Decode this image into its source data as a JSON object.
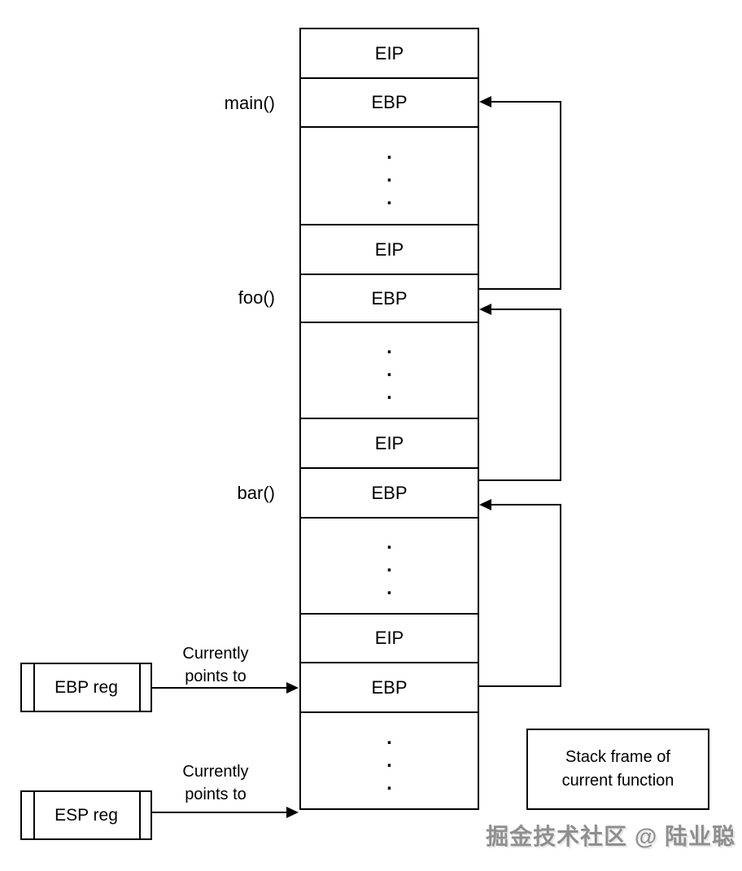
{
  "diagram": {
    "function_labels": [
      {
        "label": "main()"
      },
      {
        "label": "foo()"
      },
      {
        "label": "bar()"
      }
    ],
    "stack": {
      "rows": [
        {
          "label": "EIP"
        },
        {
          "label": "EBP"
        },
        {
          "label": ".\n.\n."
        },
        {
          "label": "EIP"
        },
        {
          "label": "EBP"
        },
        {
          "label": ".\n.\n."
        },
        {
          "label": "EIP"
        },
        {
          "label": "EBP"
        },
        {
          "label": ".\n.\n."
        },
        {
          "label": "EIP"
        },
        {
          "label": "EBP"
        },
        {
          "label": ".\n.\n."
        }
      ]
    },
    "registers": [
      {
        "label": "EBP reg",
        "caption": "Currently\npoints to"
      },
      {
        "label": "ESP reg",
        "caption": "Currently\npoints to"
      }
    ],
    "legend": {
      "label": "Stack frame of\ncurrent function"
    },
    "watermark": "掘金技术社区 @ 陆业聪",
    "colors": {
      "line": "#000000",
      "background": "#ffffff",
      "watermark_gray": "#8f8f8f"
    }
  }
}
